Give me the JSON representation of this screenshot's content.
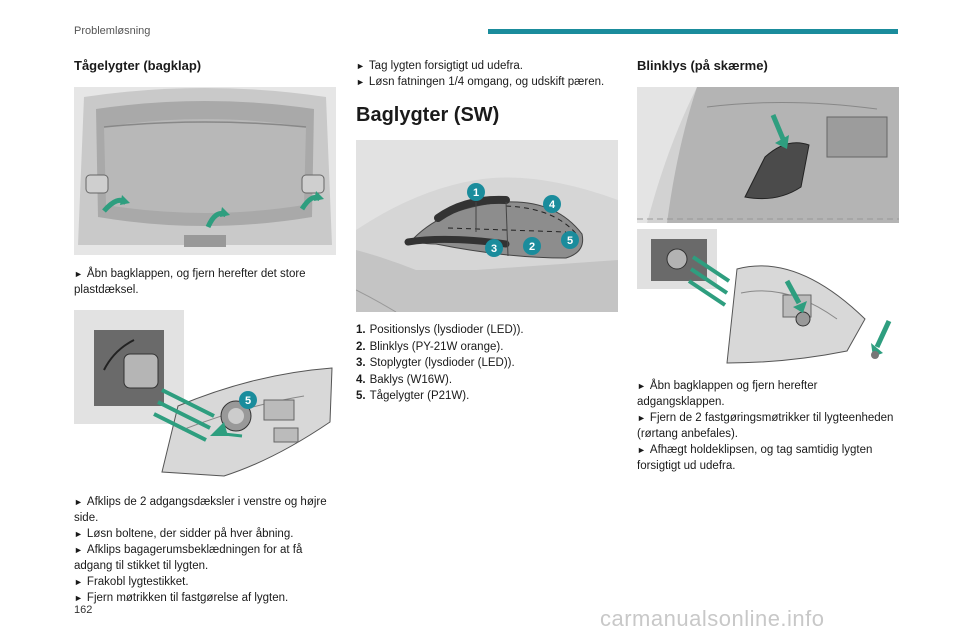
{
  "header": {
    "section": "Problemløsning"
  },
  "col1": {
    "title": "Tågelygter (bagklap)",
    "step1": "Åbn bagklappen, og fjern herefter det store plastdæksel.",
    "steps2": [
      "Afklips de 2 adgangsdæksler i venstre og højre side.",
      "Løsn boltene, der sidder på hver åbning.",
      "Afklips bagagerumsbeklædningen for at få adgang til stikket til lygten.",
      "Frakobl lygtestikket.",
      "Fjern møtrikken til fastgørelse af lygten."
    ],
    "callout": "5"
  },
  "col2": {
    "steps": [
      "Tag lygten forsigtigt ud udefra.",
      "Løsn fatningen 1/4 omgang, og udskift pæren."
    ],
    "title": "Baglygter (SW)",
    "callouts": [
      "1",
      "2",
      "3",
      "4",
      "5"
    ],
    "legend": [
      {
        "num": "1.",
        "text": "Positionslys (lysdioder (LED))."
      },
      {
        "num": "2.",
        "text": "Blinklys (PY-21W orange)."
      },
      {
        "num": "3.",
        "text": "Stoplygter (lysdioder (LED))."
      },
      {
        "num": "4.",
        "text": "Baklys (W16W)."
      },
      {
        "num": "5.",
        "text": "Tågelygter (P21W)."
      }
    ]
  },
  "col3": {
    "title": "Blinklys (på skærme)",
    "steps": [
      "Åbn bagklappen og fjern herefter adgangsklappen.",
      "Fjern de 2 fastgøringsmøtrikker til lygteenheden (rørtang anbefales).",
      "Afhægt holdeklipsen, og tag samtidig lygten forsigtigt ud udefra."
    ]
  },
  "bullet": "►",
  "page_number": "162",
  "footer": "carmanualsonline.info",
  "colors": {
    "accent": "#1a8c9c",
    "arrow_green": "#2e9e7f"
  }
}
